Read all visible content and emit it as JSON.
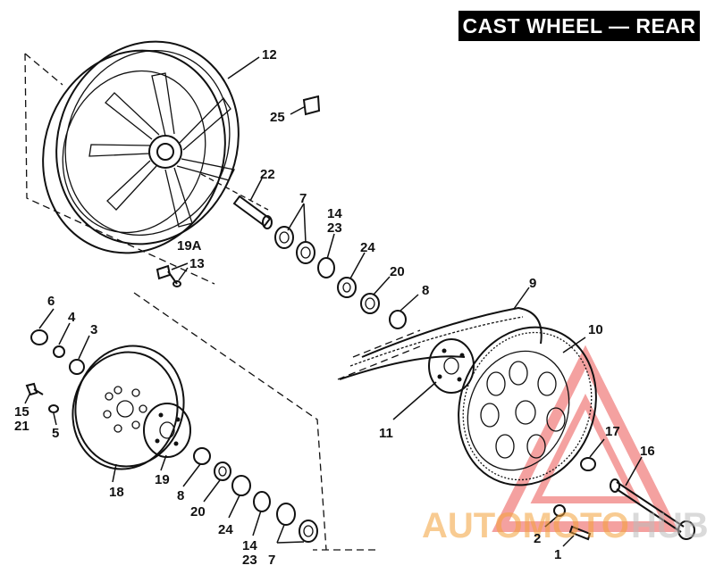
{
  "title": "CAST WHEEL — REAR",
  "callouts": {
    "c12": "12",
    "c25": "25",
    "c22": "22",
    "c7a": "7",
    "c14a": "14",
    "c23a": "23",
    "c24a": "24",
    "c20a": "20",
    "c8a": "8",
    "c19a": "19A",
    "c13": "13",
    "c9": "9",
    "c10": "10",
    "c6": "6",
    "c4": "4",
    "c3": "3",
    "c15": "15",
    "c21": "21",
    "c5": "5",
    "c11": "11",
    "c17": "17",
    "c16": "16",
    "c18": "18",
    "c19": "19",
    "c8b": "8",
    "c20b": "20",
    "c24b": "24",
    "c14b": "14",
    "c23b": "23",
    "c7b": "7",
    "c2": "2",
    "c1": "1"
  },
  "watermark": {
    "part1": "AUTOMOTO",
    "part2": "HUB",
    "color_primary": "#f4a23a",
    "color_secondary": "#c9c9c9",
    "triangle_color": "#e8302f"
  }
}
